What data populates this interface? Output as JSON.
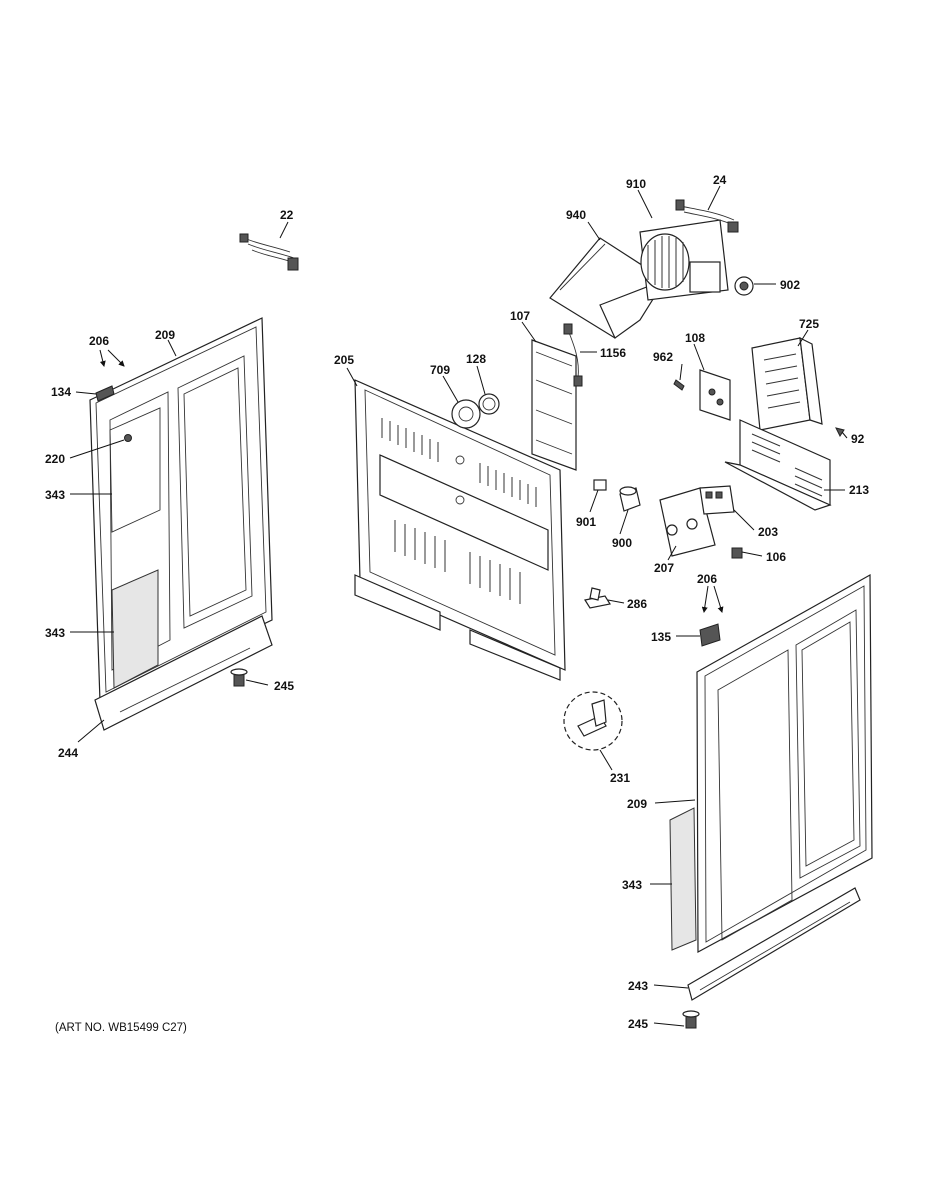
{
  "art_number": "(ART NO. WB15499 C27)",
  "callouts": [
    "22",
    "206",
    "209",
    "134",
    "220",
    "343",
    "343",
    "244",
    "245",
    "205",
    "709",
    "128",
    "107",
    "1156",
    "940",
    "910",
    "24",
    "902",
    "725",
    "108",
    "962",
    "92",
    "213",
    "901",
    "900",
    "207",
    "203",
    "106",
    "286",
    "206",
    "135",
    "231",
    "209",
    "343",
    "243",
    "245"
  ]
}
